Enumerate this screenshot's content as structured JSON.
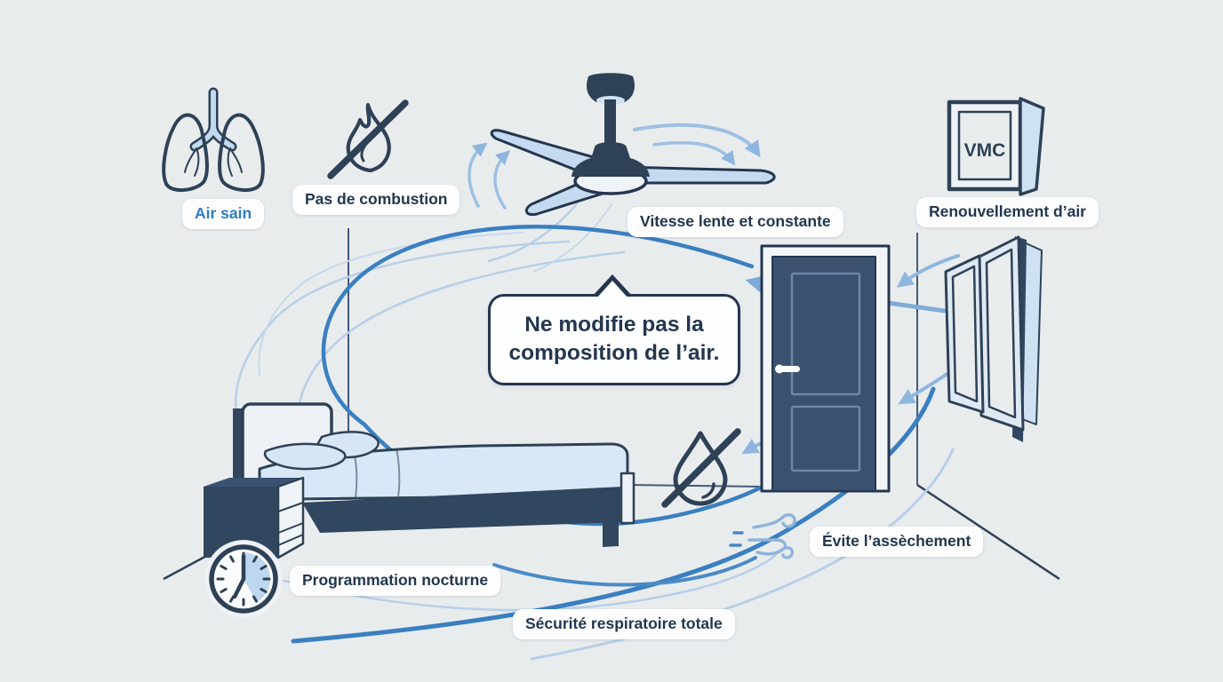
{
  "colors": {
    "background": "#e9eced",
    "navy_outline": "#2e4156",
    "door_fill": "#3b5170",
    "furniture_navy": "#31465f",
    "light_blue_fill": "#c5daf0",
    "arrow_medium_blue": "#3a7fc1",
    "arrow_light_blue": "#9dc0e2",
    "accent_text_blue": "#2e7ec2",
    "label_text": "#22374f",
    "pill_background": "#fdfdfe"
  },
  "labels": {
    "air_sain": "Air sain",
    "pas_de_combustion": "Pas de combustion",
    "vitesse": "Vitesse lente et constante",
    "renouvellement": "Renouvellement d’air",
    "programmation": "Programmation nocturne",
    "evite": "Évite l’assèchement",
    "securite": "Sécurité respiratoire totale"
  },
  "bubble": {
    "line1": "Ne modifie pas la",
    "line2": "composition de l’air."
  },
  "vmc_label": "VMC",
  "icons": [
    "lungs-icon",
    "no-combustion-icon",
    "ceiling-fan",
    "vmc-window-icon",
    "door",
    "open-window",
    "bed",
    "nightstand",
    "timer-clock-icon",
    "no-humidity-icon",
    "wind-icon",
    "airflow-arrows"
  ]
}
